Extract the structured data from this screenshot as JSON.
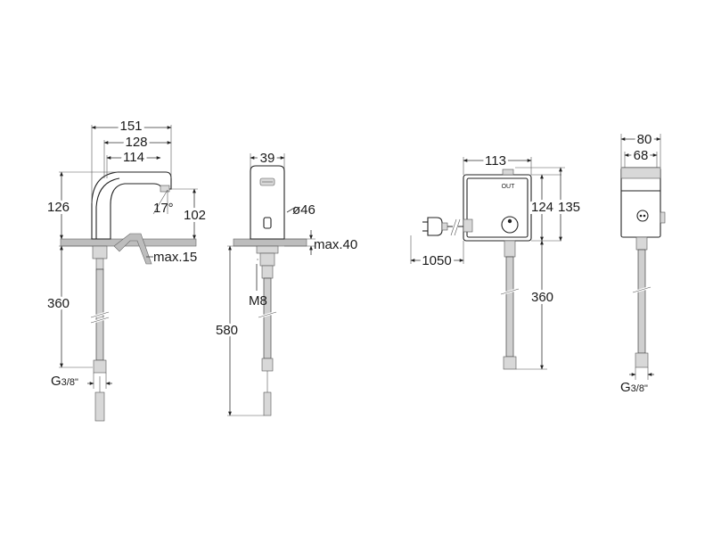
{
  "faucet_side": {
    "width_total": "151",
    "width_mid": "128",
    "width_inner": "114",
    "height": "126",
    "spout_height": "102",
    "angle": "17°",
    "max_deck": "max.15",
    "hose_length": "360",
    "thread_g": "G",
    "thread_frac": "3/8\""
  },
  "faucet_front": {
    "width": "39",
    "diameter": "ø46",
    "max_deck": "max.40",
    "bolt": "M8",
    "depth": "580"
  },
  "control_box": {
    "width": "113",
    "height_inner": "124",
    "height_outer": "135",
    "cable_length": "1050",
    "hose_length": "360",
    "out_label": "OUT"
  },
  "box_side": {
    "width_outer": "80",
    "width_inner": "68",
    "thread_g": "G",
    "thread_frac": "3/8\""
  }
}
